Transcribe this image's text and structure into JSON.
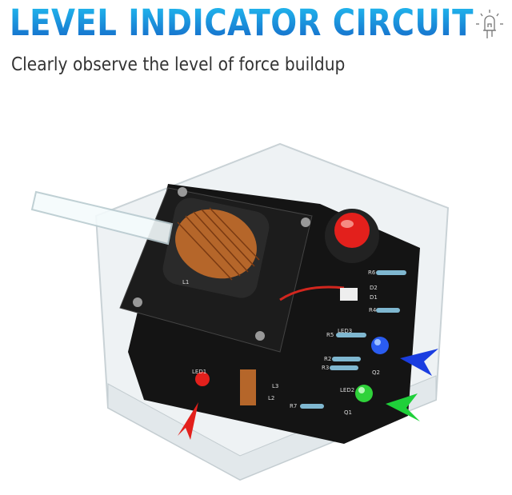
{
  "header": {
    "title": "LEVEL INDICATOR CIRCUIT",
    "subtitle": "Clearly observe the level of force buildup",
    "icon": "led-bulb-icon",
    "title_gradient": [
      "#22c0f2",
      "#1464c6"
    ]
  },
  "product": {
    "pcb_labels": [
      "LED1",
      "LED2",
      "LED3",
      "L1",
      "L2",
      "L3",
      "R2",
      "R3",
      "R4",
      "R5",
      "R6",
      "R7",
      "D1",
      "D2",
      "Q1",
      "Q2"
    ],
    "led_colors": {
      "red": "#e3201c",
      "green": "#2fd23a",
      "blue": "#2a5cf0"
    },
    "arrow_colors": {
      "red": "#e3201c",
      "green": "#1fd03a",
      "blue": "#1a3de0"
    }
  }
}
